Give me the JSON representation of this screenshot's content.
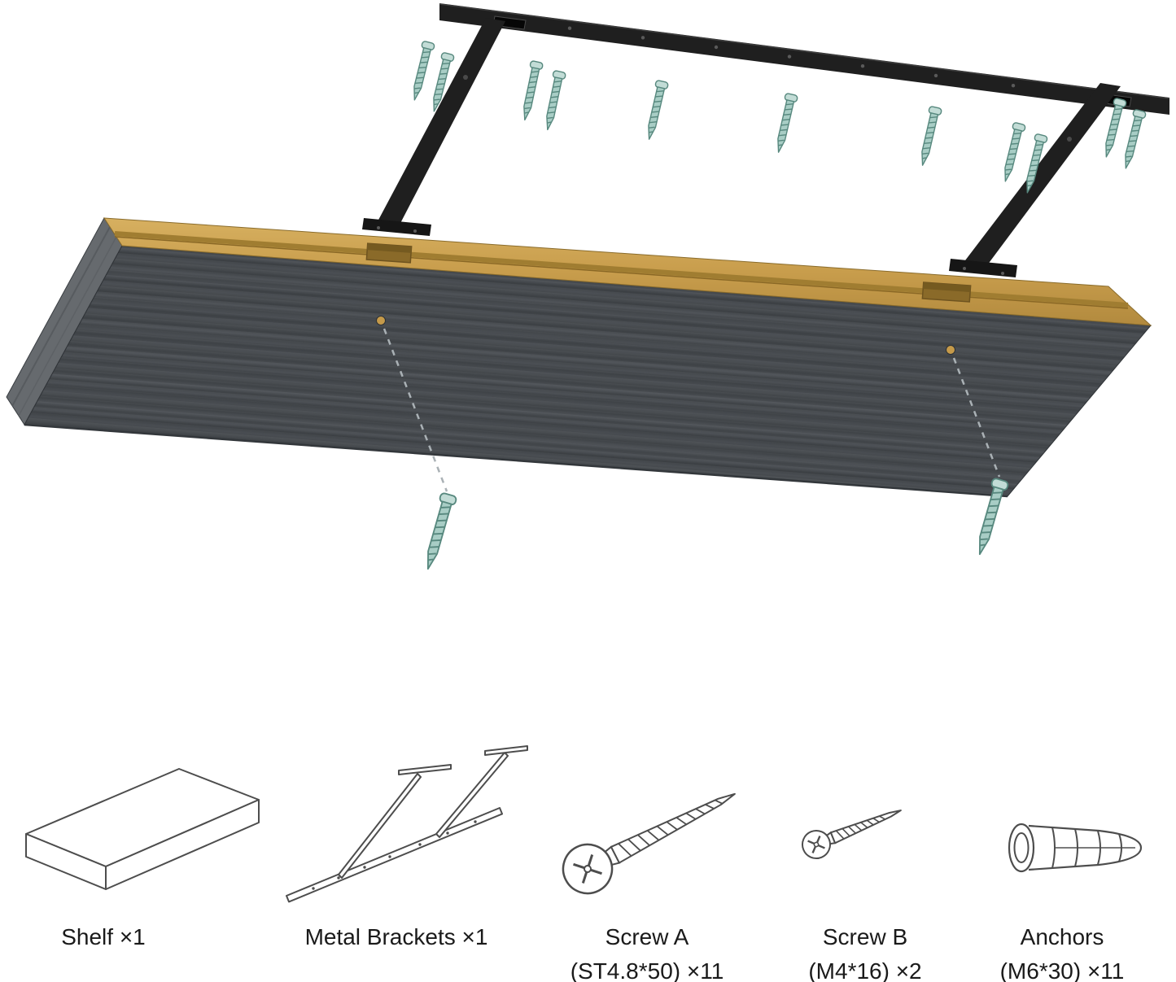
{
  "illustration": {
    "type": "exploded-assembly-diagram",
    "colors": {
      "bracket_black": "#1f1f1f",
      "screw_teal": "#a8cdc5",
      "wood_edge_tan": "#c89d4c",
      "shelf_laminate_gray": "#474b4f",
      "line_art_gray": "#4d4d4d"
    },
    "screw_count_top": 11,
    "screw_count_bottom": 2
  },
  "parts": [
    {
      "id": "shelf",
      "label": "Shelf ×1"
    },
    {
      "id": "metal-brackets",
      "label": "Metal Brackets ×1"
    },
    {
      "id": "screw-a",
      "label": "Screw A",
      "sublabel": "(ST4.8*50) ×11"
    },
    {
      "id": "screw-b",
      "label": "Screw B",
      "sublabel": "(M4*16) ×2"
    },
    {
      "id": "anchors",
      "label": "Anchors",
      "sublabel": "(M6*30) ×11"
    }
  ]
}
